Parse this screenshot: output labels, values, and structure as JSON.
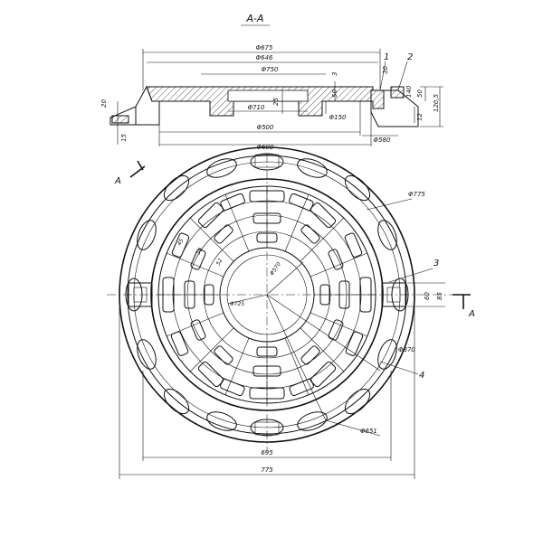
{
  "section": {
    "title": "А-А",
    "dims": {
      "d675": "Φ675",
      "d646": "Φ646",
      "d750": "Φ750",
      "d710": "Φ710",
      "d150": "Φ150",
      "d500": "Φ500",
      "d580": "Φ580",
      "d600": "Φ600",
      "h20": "20",
      "h15": "15",
      "h3": "3",
      "h50a": "50",
      "h25": "25",
      "h30": "30",
      "h140": "140",
      "h50b": "50",
      "h12": "12",
      "h120": "120,5"
    },
    "callouts": {
      "c1": "1",
      "c2": "2"
    }
  },
  "plan": {
    "dims": {
      "d775": "Φ775",
      "d725": "Φ725",
      "d570": "Φ570",
      "d870": "Φ870",
      "d651": "Φ651",
      "w695": "695",
      "w775": "775",
      "h60": "60",
      "h85": "85",
      "r45": "45",
      "r50": "50",
      "r52": "52"
    },
    "callouts": {
      "c3": "3",
      "c4": "4"
    },
    "section_mark": {
      "left": "А",
      "right": "А"
    }
  }
}
